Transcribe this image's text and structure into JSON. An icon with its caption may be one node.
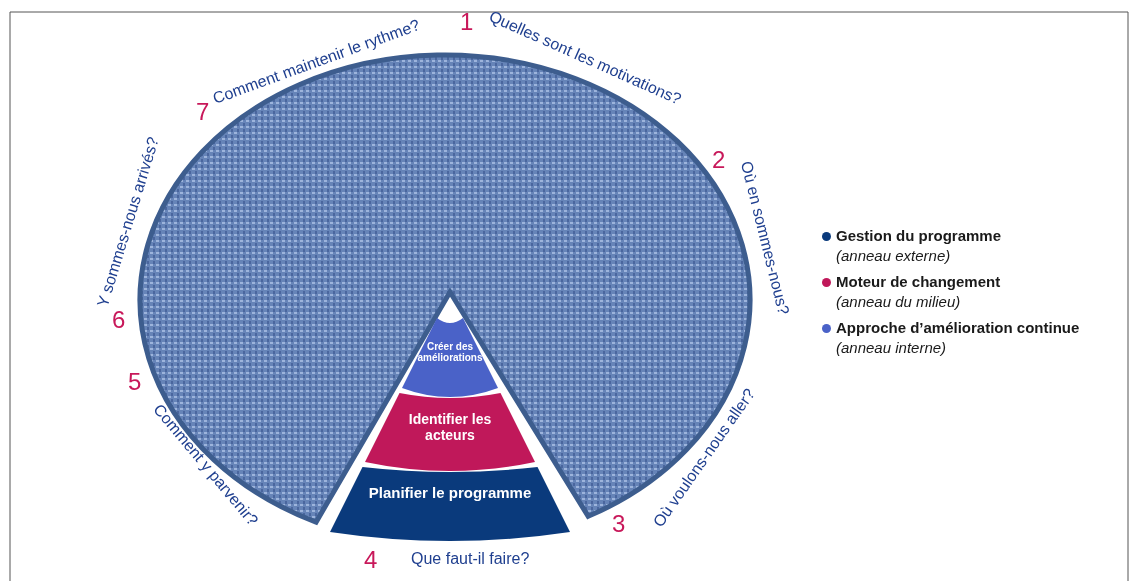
{
  "diagram": {
    "nodes": [
      {
        "text": [
          "Créer des améliorations"
        ]
      },
      {
        "text": [
          "Identifier les acteurs"
        ]
      },
      {
        "text": [
          "Planifier le programme"
        ]
      }
    ],
    "labels": [
      "1",
      "Quelles sont les motivations?",
      "2",
      "Où en sommes-nous?",
      "3",
      "Où voulons-nous aller?",
      "4",
      "Que faut-il faire?",
      "5",
      "Comment y parvenir?",
      "6",
      "Y sommes-nous arrivés?",
      "7",
      "Comment maintenir le rythme?"
    ],
    "legend": [
      {
        "text": "**Gestion du programme** *(anneau externe)*",
        "color": "#0a3a7c"
      },
      {
        "text": "**Moteur de changement** *(anneau du milieu)*",
        "color": "#c0185a"
      },
      {
        "text": "**Approche d’amélioration continue** *(anneau interne)*",
        "color": "#4a62c8"
      }
    ]
  }
}
